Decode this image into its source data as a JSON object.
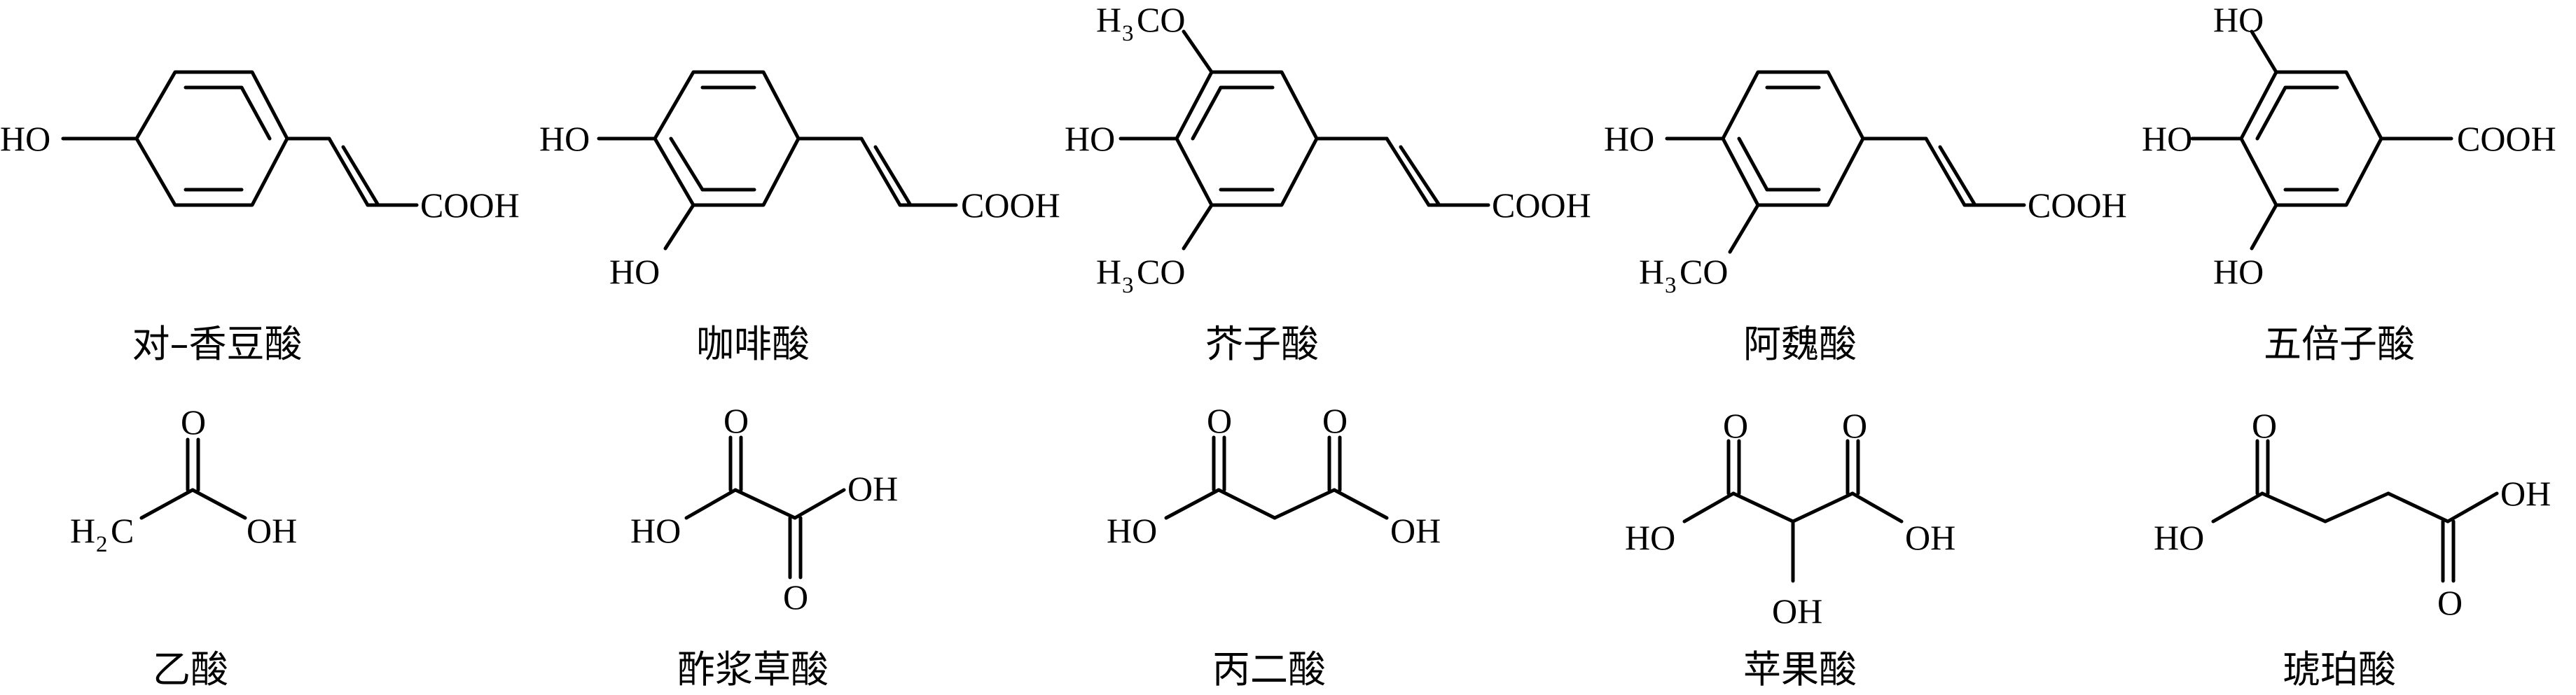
{
  "molecules": [
    {
      "name": "对–香豆酸",
      "labels": [
        "HO",
        "COOH"
      ]
    },
    {
      "name": "咖啡酸",
      "labels": [
        "HO",
        "HO",
        "COOH"
      ]
    },
    {
      "name": "芥子酸",
      "labels": [
        "H",
        "3",
        "CO",
        "HO",
        "H",
        "3",
        "CO",
        "COOH"
      ]
    },
    {
      "name": "阿魏酸",
      "labels": [
        "HO",
        "H",
        "3",
        "CO",
        "COOH"
      ]
    },
    {
      "name": "五倍子酸",
      "labels": [
        "HO",
        "HO",
        "HO",
        "COOH"
      ]
    },
    {
      "name": "乙酸",
      "labels": [
        "O",
        "H",
        "2",
        "C",
        "OH"
      ]
    },
    {
      "name": "酢浆草酸",
      "labels": [
        "O",
        "HO",
        "OH",
        "O"
      ]
    },
    {
      "name": "丙二酸",
      "labels": [
        "O",
        "O",
        "HO",
        "OH"
      ]
    },
    {
      "name": "苹果酸",
      "labels": [
        "O",
        "O",
        "HO",
        "OH",
        "OH"
      ]
    },
    {
      "name": "琥珀酸",
      "labels": [
        "O",
        "HO",
        "OH",
        "O"
      ]
    }
  ]
}
